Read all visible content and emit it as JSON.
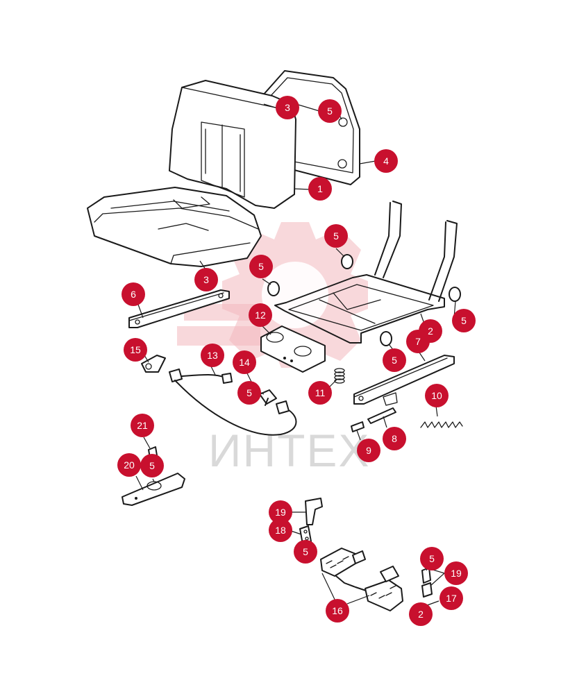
{
  "watermark": {
    "text": "ИНТЕХ",
    "color": "#c8102e"
  },
  "callout_color": "#c8102e",
  "callouts": [
    {
      "id": "c1",
      "label": "1"
    },
    {
      "id": "c2",
      "label": "3"
    },
    {
      "id": "c3",
      "label": "5"
    },
    {
      "id": "c4",
      "label": "4"
    },
    {
      "id": "c5",
      "label": "3"
    },
    {
      "id": "c6",
      "label": "5"
    },
    {
      "id": "c7",
      "label": "5"
    },
    {
      "id": "c8",
      "label": "6"
    },
    {
      "id": "c9",
      "label": "12"
    },
    {
      "id": "c10",
      "label": "5"
    },
    {
      "id": "c11",
      "label": "2"
    },
    {
      "id": "c12",
      "label": "7"
    },
    {
      "id": "c13",
      "label": "5"
    },
    {
      "id": "c14",
      "label": "15"
    },
    {
      "id": "c15",
      "label": "13"
    },
    {
      "id": "c16",
      "label": "14"
    },
    {
      "id": "c17",
      "label": "5"
    },
    {
      "id": "c18",
      "label": "11"
    },
    {
      "id": "c19",
      "label": "10"
    },
    {
      "id": "c20",
      "label": "8"
    },
    {
      "id": "c21",
      "label": "9"
    },
    {
      "id": "c22",
      "label": "21"
    },
    {
      "id": "c23",
      "label": "20"
    },
    {
      "id": "c24",
      "label": "5"
    },
    {
      "id": "c25",
      "label": "19"
    },
    {
      "id": "c26",
      "label": "18"
    },
    {
      "id": "c27",
      "label": "5"
    },
    {
      "id": "c28",
      "label": "5"
    },
    {
      "id": "c29",
      "label": "19"
    },
    {
      "id": "c30",
      "label": "17"
    },
    {
      "id": "c31",
      "label": "16"
    },
    {
      "id": "c32",
      "label": "2"
    }
  ]
}
